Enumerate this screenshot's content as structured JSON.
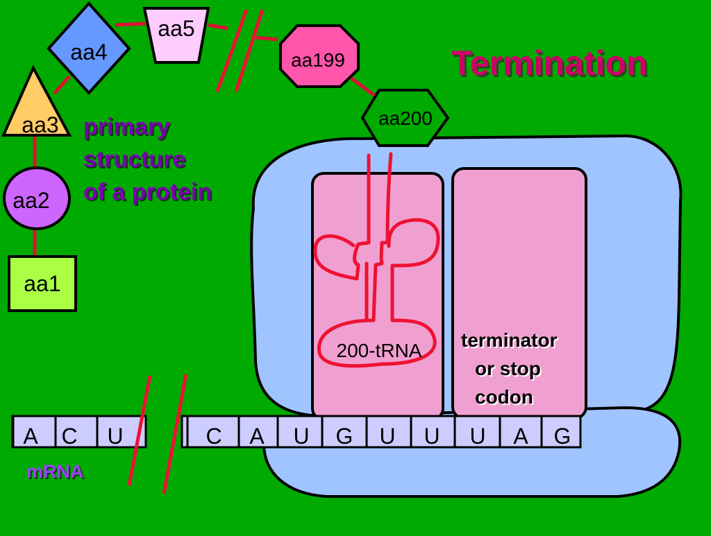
{
  "title": "Termination",
  "caption": {
    "line1": "primary",
    "line2": "structure",
    "line3": "of a protein"
  },
  "amino_acids": {
    "aa1": "aa1",
    "aa2": "aa2",
    "aa3": "aa3",
    "aa4": "aa4",
    "aa5": "aa5",
    "aa199": "aa199",
    "aa200": "aa200"
  },
  "trna_label": "200-tRNA",
  "stop_codon": {
    "line1": "terminator",
    "line2": "or stop",
    "line3": "codon"
  },
  "mrna": {
    "label": "mRNA",
    "bases_left": [
      "A",
      "C",
      "U"
    ],
    "bases_right": [
      "C",
      "A",
      "U",
      "G",
      "U",
      "U",
      "U",
      "A",
      "G"
    ]
  },
  "colors": {
    "background": "#00aa00",
    "ribosome": "#a0c4ff",
    "site_fill": "#f0a0d0",
    "trna_line": "#ee1133",
    "bond": "#dd1133",
    "title": "#cc0066",
    "caption": "#7a00b0",
    "mrna_cell": "#ccccff"
  }
}
